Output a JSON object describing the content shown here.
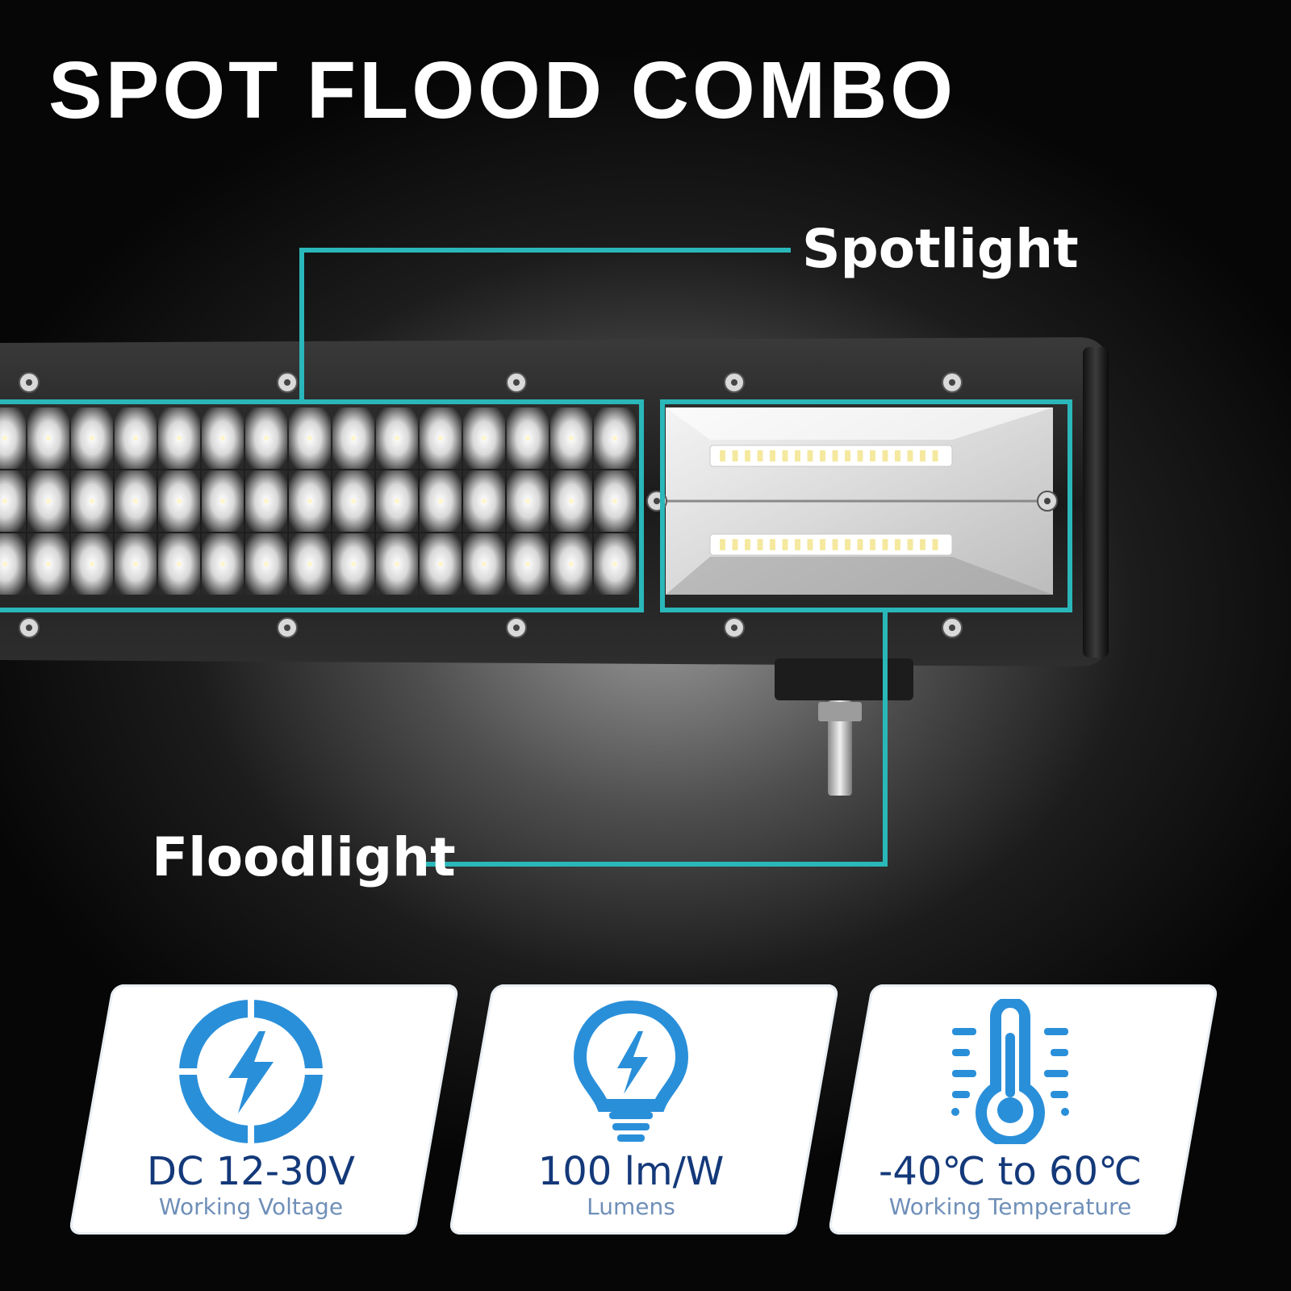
{
  "headline": "SPOT FLOOD COMBO",
  "callouts": {
    "spotlight": "Spotlight",
    "floodlight": "Floodlight"
  },
  "colors": {
    "callout_line": "#2ab7b9",
    "icon_blue": "#2a8fd9",
    "value_text": "#14397a",
    "caption_text": "#6f8fb8"
  },
  "specs": [
    {
      "icon": "lightning-ring-icon",
      "value": "DC  12-30V",
      "caption": "Working Voltage"
    },
    {
      "icon": "light-bulb-icon",
      "value": "100 lm/W",
      "caption": "Lumens"
    },
    {
      "icon": "thermometer-icon",
      "value": "-40℃ to 60℃",
      "caption": "Working Temperature"
    }
  ]
}
